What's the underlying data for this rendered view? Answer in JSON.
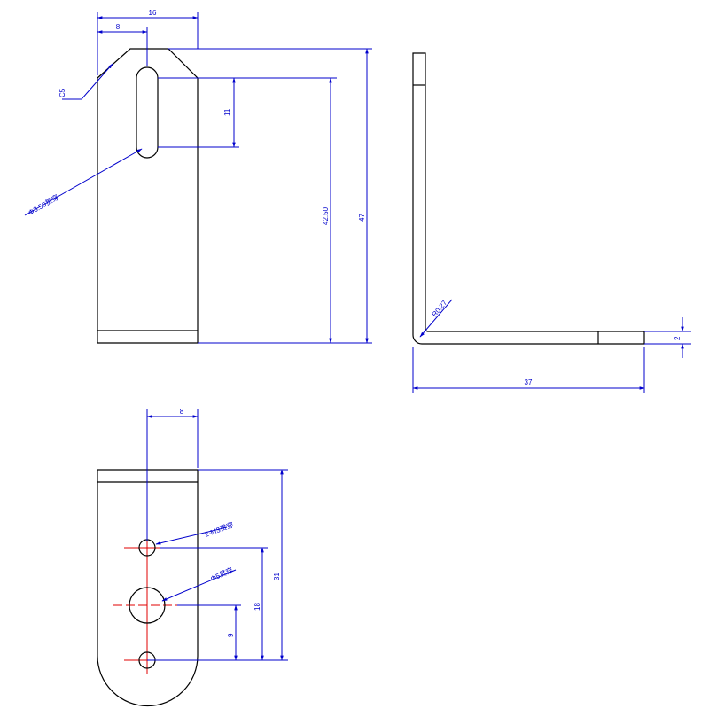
{
  "drawing": {
    "front_view": {
      "width_label": "16",
      "slot_offset_label": "8",
      "chamfer_label": "C5",
      "slot_length_label": "11",
      "slot_width_label": "Φ3.50贯穿",
      "slot_height_label": "42.50",
      "overall_height_label": "47"
    },
    "side_view": {
      "bend_radius_label": "R0.27",
      "thickness_label": "2",
      "leg_length_label": "37"
    },
    "bottom_view": {
      "hole_offset_label": "8",
      "small_holes_label": "2-M3贯穿",
      "large_hole_label": "Φ5贯穿",
      "overall_label": "31",
      "hole_spacing_label": "18",
      "lower_hole_label": "9"
    }
  }
}
